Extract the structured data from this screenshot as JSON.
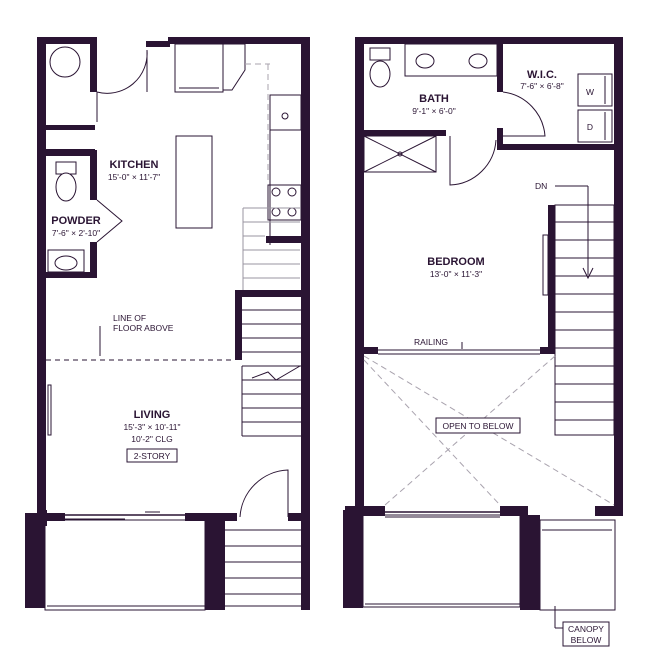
{
  "plan": {
    "kitchen": {
      "name": "KITCHEN",
      "dims": "15'-0\" × 11'-7\""
    },
    "powder": {
      "name": "POWDER",
      "dims": "7'-6\" × 2'-10\""
    },
    "living": {
      "name": "LIVING",
      "dims": "15'-3\" × 10'-11\"",
      "ceiling": "10'-2\" CLG",
      "badge": "2-STORY"
    },
    "line_of_floor_above": {
      "line1": "LINE OF",
      "line2": "FLOOR ABOVE"
    },
    "bath": {
      "name": "BATH",
      "dims": "9'-1\" × 6'-0\""
    },
    "wic": {
      "name": "W.I.C.",
      "dims": "7'-6\" × 6'-8\"",
      "washer": "W",
      "dryer": "D"
    },
    "bedroom": {
      "name": "BEDROOM",
      "dims": "13'-0\" × 11'-3\""
    },
    "stair_dn": "DN",
    "railing": "RAILING",
    "open_to_below": "OPEN TO BELOW",
    "canopy": {
      "line1": "CANOPY",
      "line2": "BELOW"
    }
  }
}
